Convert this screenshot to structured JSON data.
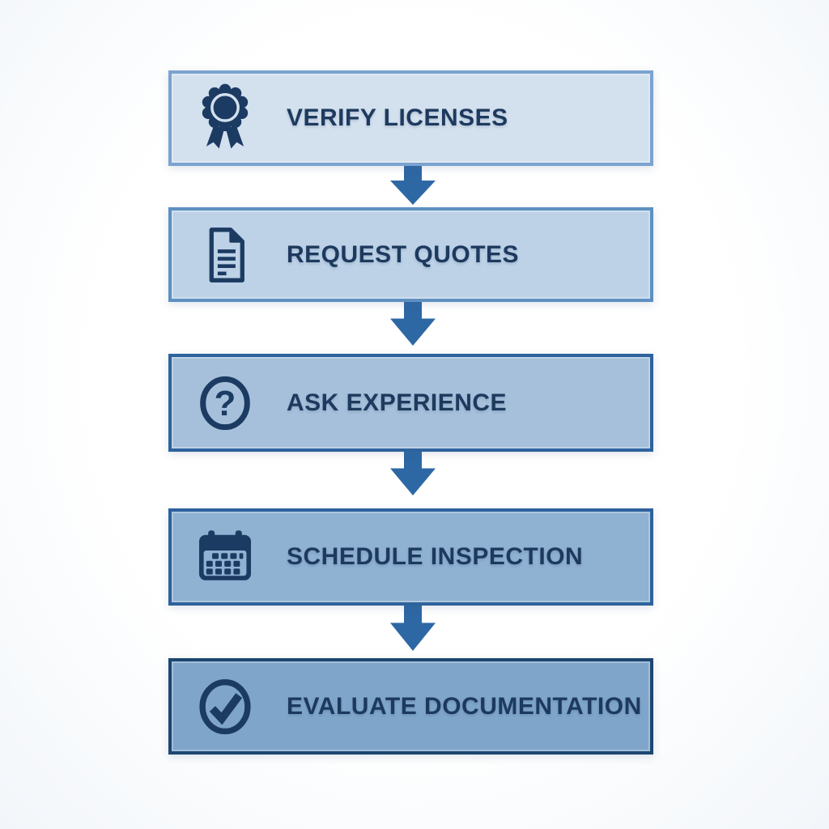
{
  "diagram": {
    "type": "flowchart",
    "direction": "vertical",
    "steps": [
      {
        "label": "VERIFY LICENSES",
        "icon": "award-badge-icon",
        "bg": "#d3e0ee",
        "border": "#7aa3d0"
      },
      {
        "label": "REQUEST QUOTES",
        "icon": "document-icon",
        "bg": "#bdd2e7",
        "border": "#5e90c1"
      },
      {
        "label": "ASK EXPERIENCE",
        "icon": "question-circle-icon",
        "bg": "#a6c0db",
        "border": "#2e639d"
      },
      {
        "label": "SCHEDULE INSPECTION",
        "icon": "calendar-icon",
        "bg": "#8fb1d2",
        "border": "#2d629c"
      },
      {
        "label": "EVALUATE DOCUMENTATION",
        "icon": "check-circle-icon",
        "bg": "#7fa6ca",
        "border": "#1d4671"
      }
    ],
    "connector": {
      "shape": "down-arrow",
      "color": "#2d68a4"
    },
    "colors": {
      "text": "#1d3a5e",
      "icon": "#1c3b62",
      "background": "#fafcfd"
    }
  }
}
